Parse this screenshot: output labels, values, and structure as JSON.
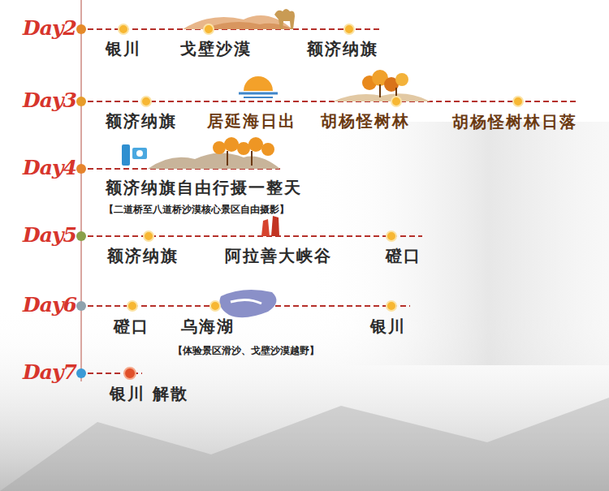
{
  "diagram": {
    "labels": [
      "Day2",
      "银川",
      "戈壁沙漠",
      "额济纳旗",
      "Day3",
      "额济纳旗",
      "居延海日出",
      "胡杨怪树林",
      "胡杨怪树林日落",
      "Day4",
      "额济纳旗自由行摄一整天",
      "【二道桥至八道桥沙漠核心景区自由摄影】",
      "Day5",
      "额济纳旗",
      "阿拉善大峡谷",
      "磴口",
      "Day6",
      "磴口",
      "乌海湖",
      "银川",
      "【体验景区滑沙、戈壁沙漠越野】",
      "Day7",
      "银川 解散"
    ]
  }
}
